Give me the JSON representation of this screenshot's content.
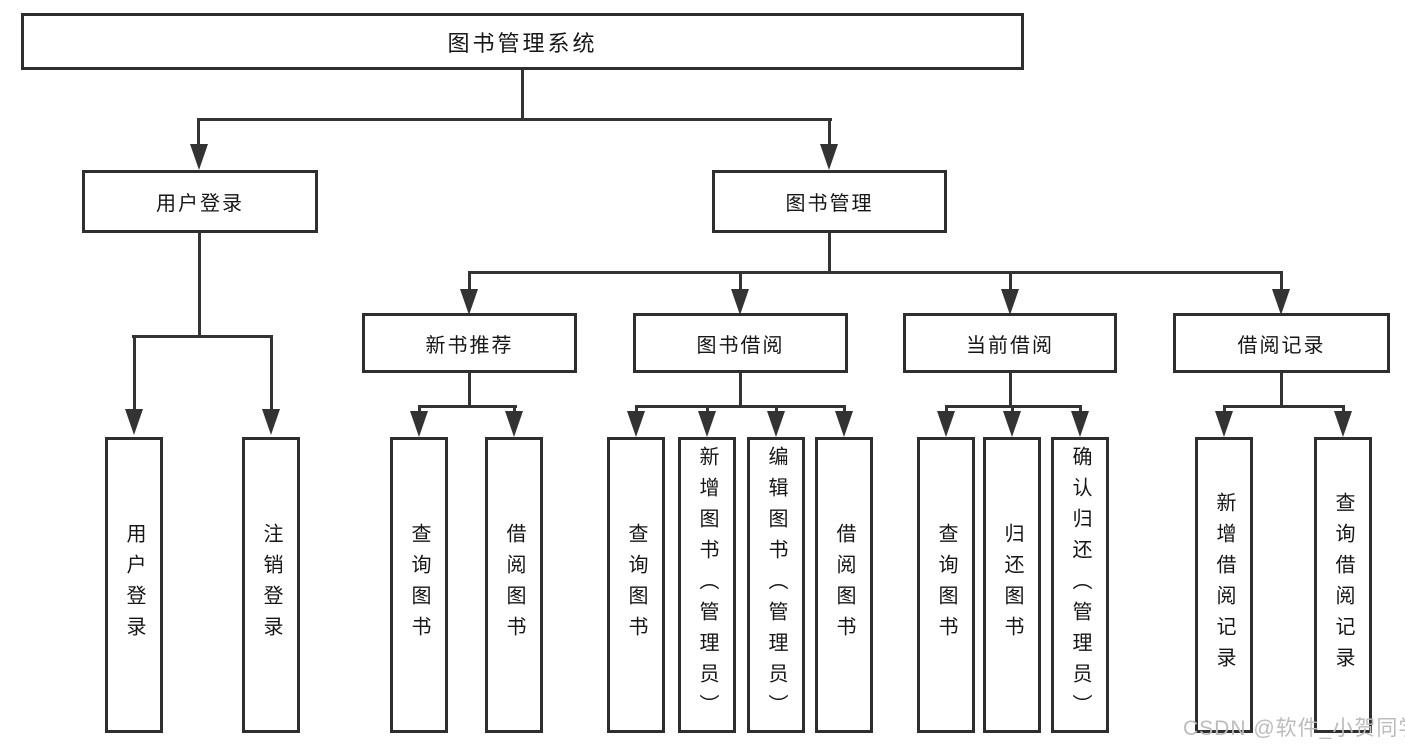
{
  "root": {
    "label": "图书管理系统"
  },
  "level2": {
    "user_login": {
      "label": "用户登录"
    },
    "book_management": {
      "label": "图书管理"
    }
  },
  "level3": {
    "new_book_recommend": {
      "label": "新书推荐"
    },
    "book_borrowing": {
      "label": "图书借阅"
    },
    "current_borrowing": {
      "label": "当前借阅"
    },
    "borrowing_records": {
      "label": "借阅记录"
    }
  },
  "leaves": {
    "user_login": [
      "用户登录",
      "注销登录"
    ],
    "new_book_recommend": [
      "查询图书",
      "借阅图书"
    ],
    "book_borrowing": [
      "查询图书",
      "新增图书（管理员）",
      "编辑图书（管理员）",
      "借阅图书"
    ],
    "current_borrowing": [
      "查询图书",
      "归还图书",
      "确认归还（管理员）"
    ],
    "borrowing_records": [
      "新增借阅记录",
      "查询借阅记录"
    ]
  },
  "watermark": "CSDN @软件_小贺同学",
  "colors": {
    "line": "#333333",
    "box_border": "#2e2e2e",
    "box_fill": "#ffffff",
    "text": "#161616",
    "watermark": "#bcbcbc"
  }
}
